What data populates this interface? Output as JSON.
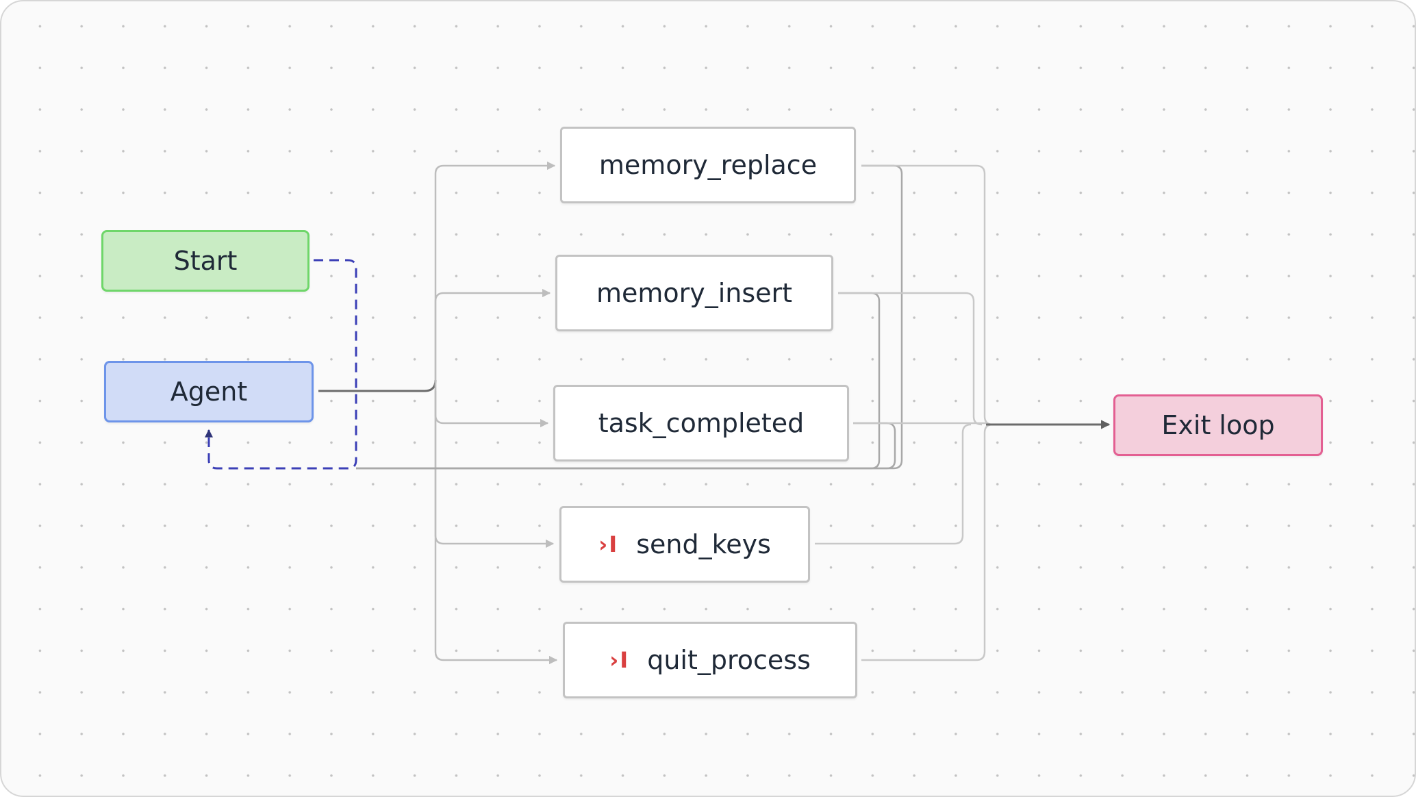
{
  "nodes": {
    "start": {
      "label": "Start"
    },
    "agent": {
      "label": "Agent"
    },
    "memory_replace": {
      "label": "memory_replace"
    },
    "memory_insert": {
      "label": "memory_insert"
    },
    "task_completed": {
      "label": "task_completed"
    },
    "send_keys": {
      "label": "send_keys",
      "icon": "terminal-prompt-icon",
      "icon_glyph": "›I"
    },
    "quit_process": {
      "label": "quit_process",
      "icon": "terminal-prompt-icon",
      "icon_glyph": "›I"
    },
    "exit": {
      "label": "Exit loop"
    }
  },
  "edges": [
    {
      "from": "Start",
      "to": "Agent",
      "style": "dashed"
    },
    {
      "from": "Agent",
      "to": "memory_replace"
    },
    {
      "from": "Agent",
      "to": "memory_insert"
    },
    {
      "from": "Agent",
      "to": "task_completed"
    },
    {
      "from": "Agent",
      "to": "send_keys"
    },
    {
      "from": "Agent",
      "to": "quit_process"
    },
    {
      "from": "memory_replace",
      "to": "Agent"
    },
    {
      "from": "memory_insert",
      "to": "Agent"
    },
    {
      "from": "task_completed",
      "to": "Agent"
    },
    {
      "from": "memory_replace",
      "to": "Exit loop"
    },
    {
      "from": "memory_insert",
      "to": "Exit loop"
    },
    {
      "from": "task_completed",
      "to": "Exit loop"
    },
    {
      "from": "send_keys",
      "to": "Exit loop"
    },
    {
      "from": "quit_process",
      "to": "Exit loop"
    }
  ],
  "colors": {
    "start_fill": "#c9ecc4",
    "start_border": "#6fd66a",
    "agent_fill": "#d1dcf7",
    "agent_border": "#6d94e9",
    "exit_fill": "#f4cfdc",
    "exit_border": "#e35f92",
    "dashed_edge": "#3b3fb6",
    "edge": "#bdbdbd",
    "edge_dark": "#6b6b6b"
  }
}
